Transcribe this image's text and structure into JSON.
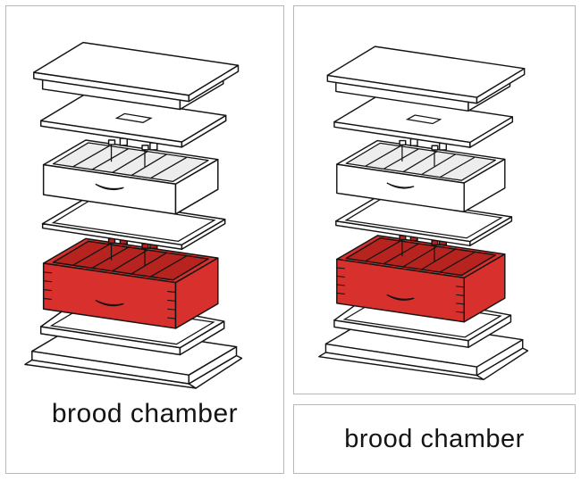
{
  "cards": {
    "left": {
      "label": "brood chamber"
    },
    "right": {
      "label": "brood chamber"
    }
  },
  "diagram": {
    "description": "exploded beehive diagram with brood chamber highlighted",
    "highlighted_part": "brood chamber",
    "colors": {
      "highlight": "#d8302c",
      "highlight_dark": "#b7241f",
      "line": "#141414",
      "inner_shadow": "#ededed"
    }
  }
}
